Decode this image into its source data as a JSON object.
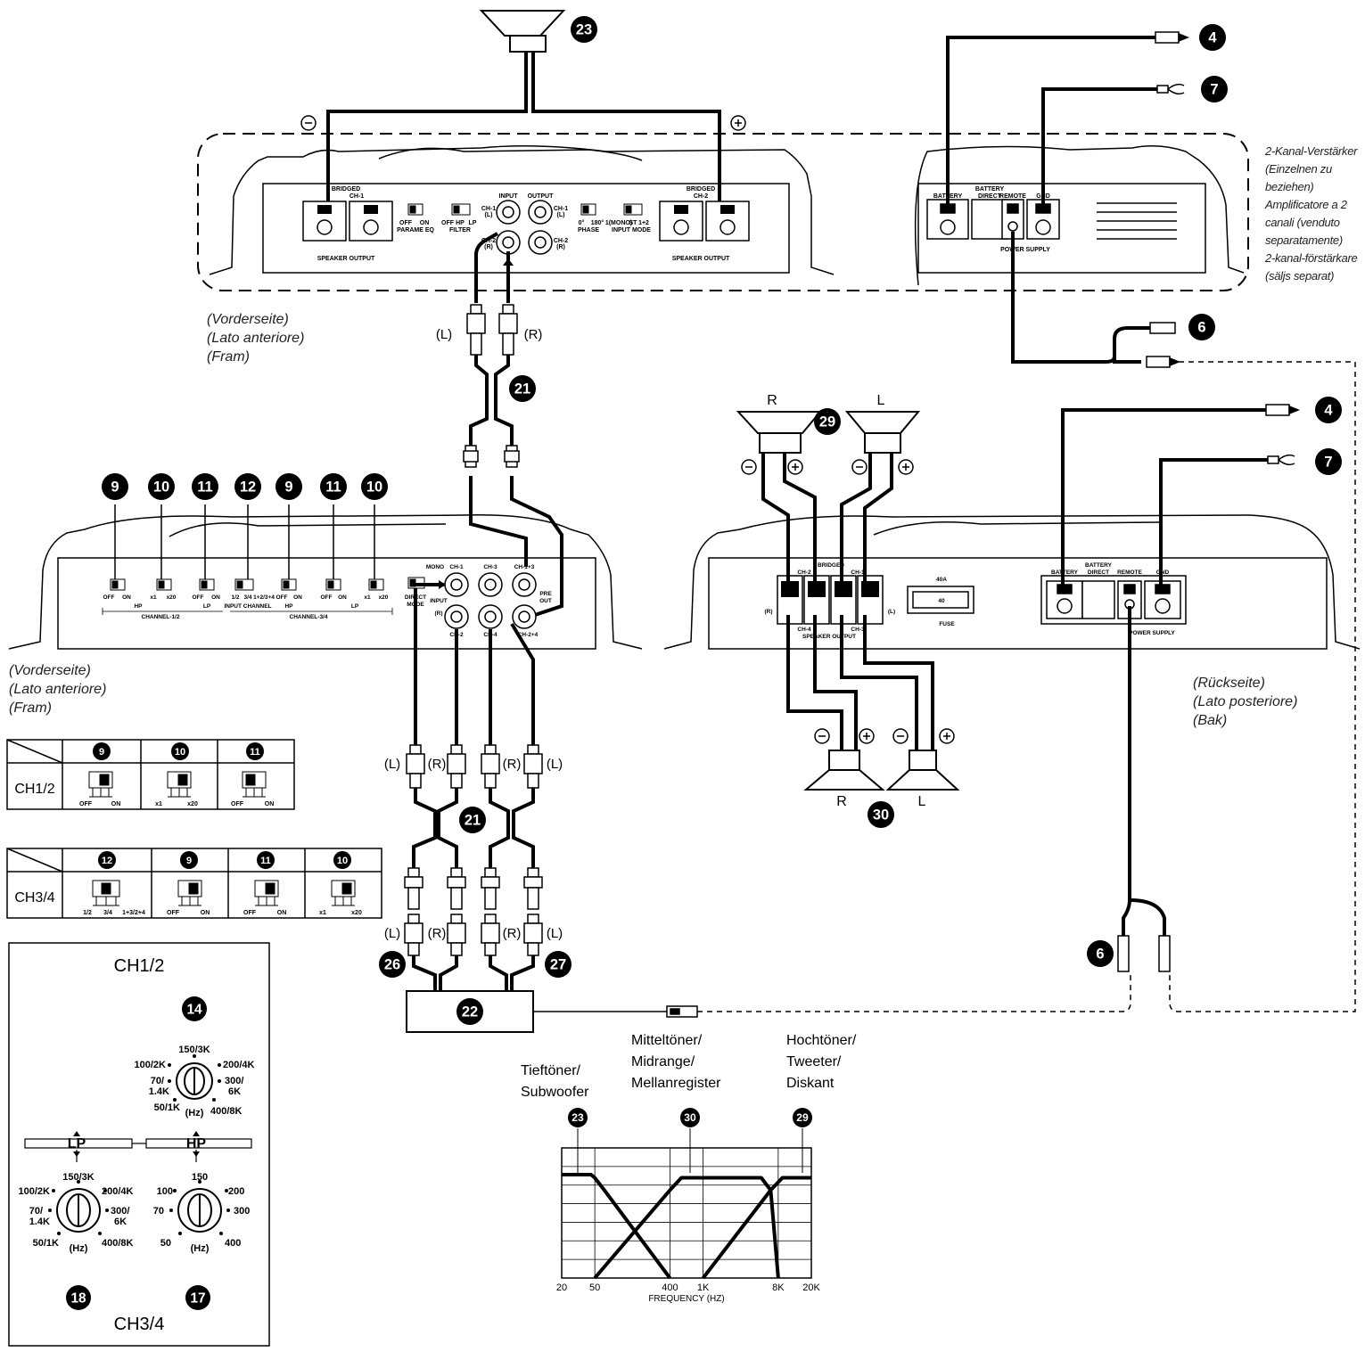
{
  "callouts": {
    "n4": "4",
    "n6": "6",
    "n7": "7",
    "n9": "9",
    "n10": "10",
    "n11": "11",
    "n12": "12",
    "n14": "14",
    "n17": "17",
    "n18": "18",
    "n21": "21",
    "n22": "22",
    "n23": "23",
    "n26": "26",
    "n27": "27",
    "n29": "29",
    "n30": "30"
  },
  "side_labels": {
    "front_de": "(Vorderseite)",
    "front_it": "(Lato anteriore)",
    "front_sv": "(Fram)",
    "rear_de": "(Rückseite)",
    "rear_it": "(Lato posteriore)",
    "rear_sv": "(Bak)"
  },
  "two_channel_note": [
    "2-Kanal-Verstärker",
    "(Einzelnen zu",
    "beziehen)",
    "Amplificatore a 2",
    "canali (venduto",
    "separatamente)",
    "2-kanal-förstärkare",
    "(säljs separat)"
  ],
  "amp_top": {
    "bridged": "BRIDGED",
    "ch1": "CH-1",
    "ch2": "CH-2",
    "speaker_output": "SPEAKER OUTPUT",
    "off": "OFF",
    "on": "ON",
    "hp": "HP",
    "lp": "LP",
    "parame_eq": "PARAME EQ",
    "filter": "FILTER",
    "input": "INPUT",
    "output": "OUTPUT",
    "ch1_l": "CH-1",
    "l": "(L)",
    "ch2_r": "CH-2",
    "r": "(R)",
    "deg0": "0°",
    "deg180": "180°",
    "phase": "PHASE",
    "mono": "1(MONO)",
    "st": "ST",
    "onetwo": "1+2",
    "input_mode": "INPUT MODE"
  },
  "power_panel": {
    "battery": "BATTERY",
    "battery_direct_1": "BATTERY",
    "battery_direct_2": "DIRECT",
    "remote": "REMOTE",
    "gnd": "GND",
    "power_supply": "POWER SUPPLY"
  },
  "amp_front4": {
    "off": "OFF",
    "on": "ON",
    "x1": "x1",
    "x20": "x20",
    "half": "1/2",
    "three4": "3/4",
    "all": "1+2/3+4",
    "hp": "HP",
    "lp": "LP",
    "input_channel": "INPUT CHANNEL",
    "ch12": "CHANNEL-1/2",
    "ch34": "CHANNEL-3/4",
    "direct": "DIRECT",
    "mode": "MODE",
    "mono": "MONO",
    "ch1": "CH-1",
    "ch3": "CH-3",
    "ch13": "CH-1+3",
    "input": "INPUT",
    "r": "(R)",
    "ch2": "CH-2",
    "ch4": "CH-4",
    "ch24": "CH-2+4",
    "pre": "PRE",
    "out": "OUT"
  },
  "amp_rear4": {
    "bridged": "BRIDGED",
    "ch2": "CH-2",
    "ch1": "CH-1",
    "ch4": "CH-4",
    "ch3": "CH-3",
    "r": "(R)",
    "l": "(L)",
    "speaker_output": "SPEAKER OUTPUT",
    "fuse_rating": "40A",
    "fuse_value": "40",
    "fuse": "FUSE",
    "battery": "BATTERY",
    "battery_direct_1": "BATTERY",
    "battery_direct_2": "DIRECT",
    "remote": "REMOTE",
    "gnd": "GND",
    "power_supply": "POWER SUPPLY"
  },
  "rca": {
    "l": "(L)",
    "r": "(R)"
  },
  "speakers": {
    "r": "R",
    "l": "L"
  },
  "switch_table_12": {
    "row_label": "CH1/2",
    "cols": [
      {
        "num": "9",
        "a": "OFF",
        "b": "ON"
      },
      {
        "num": "10",
        "a": "x1",
        "b": "x20"
      },
      {
        "num": "11",
        "a": "OFF",
        "b": "ON"
      }
    ]
  },
  "switch_table_34": {
    "row_label": "CH3/4",
    "cols": [
      {
        "num": "12",
        "a": "1/2",
        "m": "3/4",
        "b": "1+3/2+4"
      },
      {
        "num": "9",
        "a": "OFF",
        "b": "ON"
      },
      {
        "num": "11",
        "a": "OFF",
        "b": "ON"
      },
      {
        "num": "10",
        "a": "x1",
        "b": "x20"
      }
    ]
  },
  "knobs": {
    "title_top": "CH1/2",
    "title_bottom": "CH3/4",
    "lp": "LP",
    "hp": "HP",
    "hz": "(Hz)",
    "top": [
      "50/1K",
      "70/\n1.4K",
      "100/2K",
      "150/3K",
      "200/4K",
      "300/\n6K",
      "400/8K"
    ],
    "lp_labels": [
      "50/1K",
      "70/\n1.4K",
      "100/2K",
      "150/3K",
      "200/4K",
      "300/\n6K",
      "400/8K"
    ],
    "hp_labels": [
      "50",
      "70",
      "100",
      "150",
      "200",
      "300",
      "400"
    ]
  },
  "crossover_labels": {
    "sub": [
      "Tieftöner/",
      "Subwoofer"
    ],
    "mid": [
      "Mitteltöner/",
      "Midrange/",
      "Mellanregister"
    ],
    "tweet": [
      "Hochtöner/",
      "Tweeter/",
      "Diskant"
    ]
  },
  "chart_data": {
    "type": "line",
    "xlabel": "FREQUENCY (HZ)",
    "xscale": "log",
    "x_ticks": [
      20,
      50,
      400,
      1000,
      8000,
      20000
    ],
    "x_tick_labels": [
      "20",
      "50",
      "400",
      "1K",
      "8K",
      "20K"
    ],
    "xlim": [
      20,
      20000
    ],
    "grid": true,
    "series": [
      {
        "id": "23",
        "x": [
          20,
          45,
          50,
          65,
          400
        ],
        "y": [
          1,
          1,
          0.97,
          0.85,
          0
        ]
      },
      {
        "id": "30",
        "x": [
          50,
          400,
          550,
          5000,
          6500,
          8000
        ],
        "y": [
          0,
          0.85,
          0.97,
          0.97,
          0.85,
          0
        ]
      },
      {
        "id": "29",
        "x": [
          1000,
          6500,
          9000,
          20000
        ],
        "y": [
          0,
          0.85,
          0.97,
          0.97
        ]
      }
    ]
  }
}
